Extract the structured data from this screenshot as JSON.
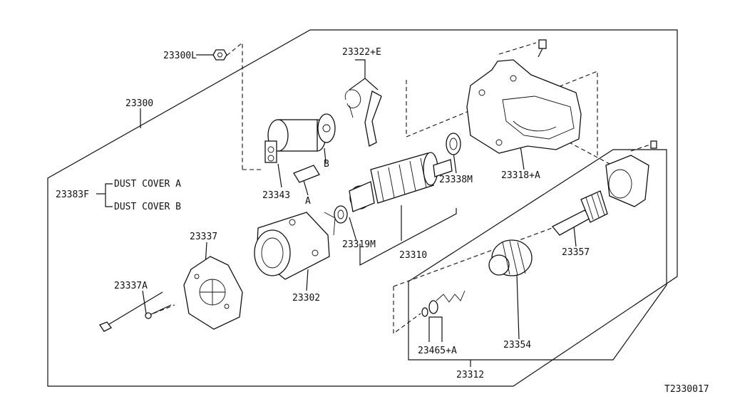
{
  "diagram": {
    "code": "T2330017",
    "labels": {
      "p23300L": "23300L",
      "p23300": "23300",
      "p23383F": "23383F",
      "dust_a": "DUST COVER  A",
      "dust_b": "DUST COVER  B",
      "p23322E": "23322+E",
      "p23343": "23343",
      "ref_a": "A",
      "ref_b": "B",
      "p23338M": "23338M",
      "p23318A": "23318+A",
      "p23337": "23337",
      "p23337A": "23337A",
      "p23302": "23302",
      "p23319M": "23319M",
      "p23310": "23310",
      "p23357": "23357",
      "p23354": "23354",
      "p23465A": "23465+A",
      "p23312": "23312"
    }
  }
}
